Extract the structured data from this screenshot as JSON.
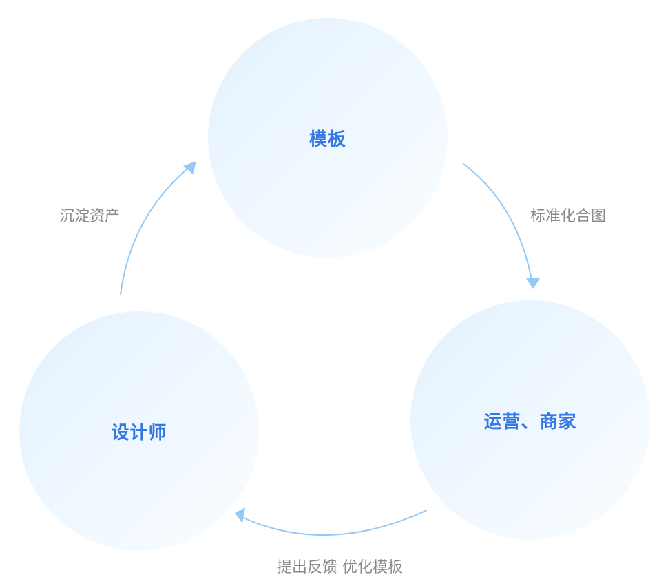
{
  "nodes": {
    "template": "模板",
    "operations": "运营、商家",
    "designer": "设计师"
  },
  "edges": {
    "template_to_operations": "标准化合图",
    "designer_to_template": "沉淀资产",
    "operations_to_designer": "提出反馈 优化模板"
  },
  "colors": {
    "node_text": "#3478e4",
    "edge_text": "#8a8a8a",
    "arrow": "#93c9f6",
    "node_fill": "#eaf5ff"
  }
}
